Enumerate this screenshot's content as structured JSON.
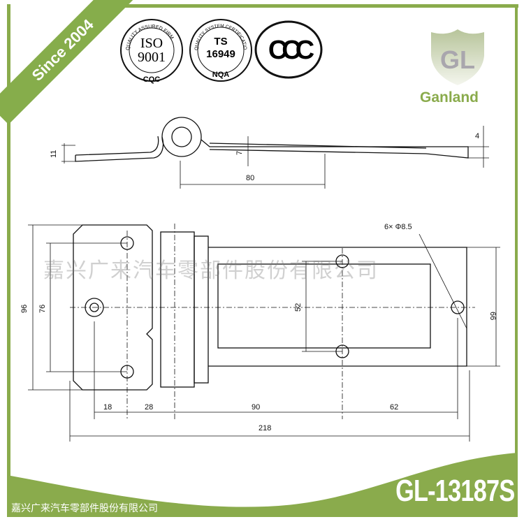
{
  "banner": {
    "text": "Since 2004"
  },
  "certifications": [
    {
      "name": "iso-9001",
      "ring": "QUALITY ASSURED FIRM",
      "main": [
        "ISO",
        "9001"
      ],
      "bottom": "CQC"
    },
    {
      "name": "ts-16949",
      "ring": "QUALITY SYSTEM CERTIFICATION",
      "main": [
        "TS",
        "16949"
      ],
      "bottom": "NQA"
    },
    {
      "name": "ccc",
      "main": [
        "CCC"
      ]
    }
  ],
  "brand": {
    "name": "Ganland",
    "logo_letters": "GL"
  },
  "watermark": "嘉兴广来汽车零部件股份有限公司",
  "dimensions": {
    "side_view": {
      "thickness": "11",
      "leaf": "4",
      "offset": "7",
      "length": "80"
    },
    "plan_view": {
      "height_total": "96",
      "hole_spacing_left": "76",
      "hole_spacing_mid": "52",
      "height_right": "66",
      "holes": "6× Φ8.5",
      "seg1": "18",
      "seg2": "28",
      "seg3": "90",
      "seg4": "62",
      "overall": "218"
    }
  },
  "footer": {
    "company": "嘉兴广来汽车零部件股份有限公司",
    "model": "GL-13187S"
  },
  "colors": {
    "accent": "#8aab4c",
    "line": "#111111"
  }
}
